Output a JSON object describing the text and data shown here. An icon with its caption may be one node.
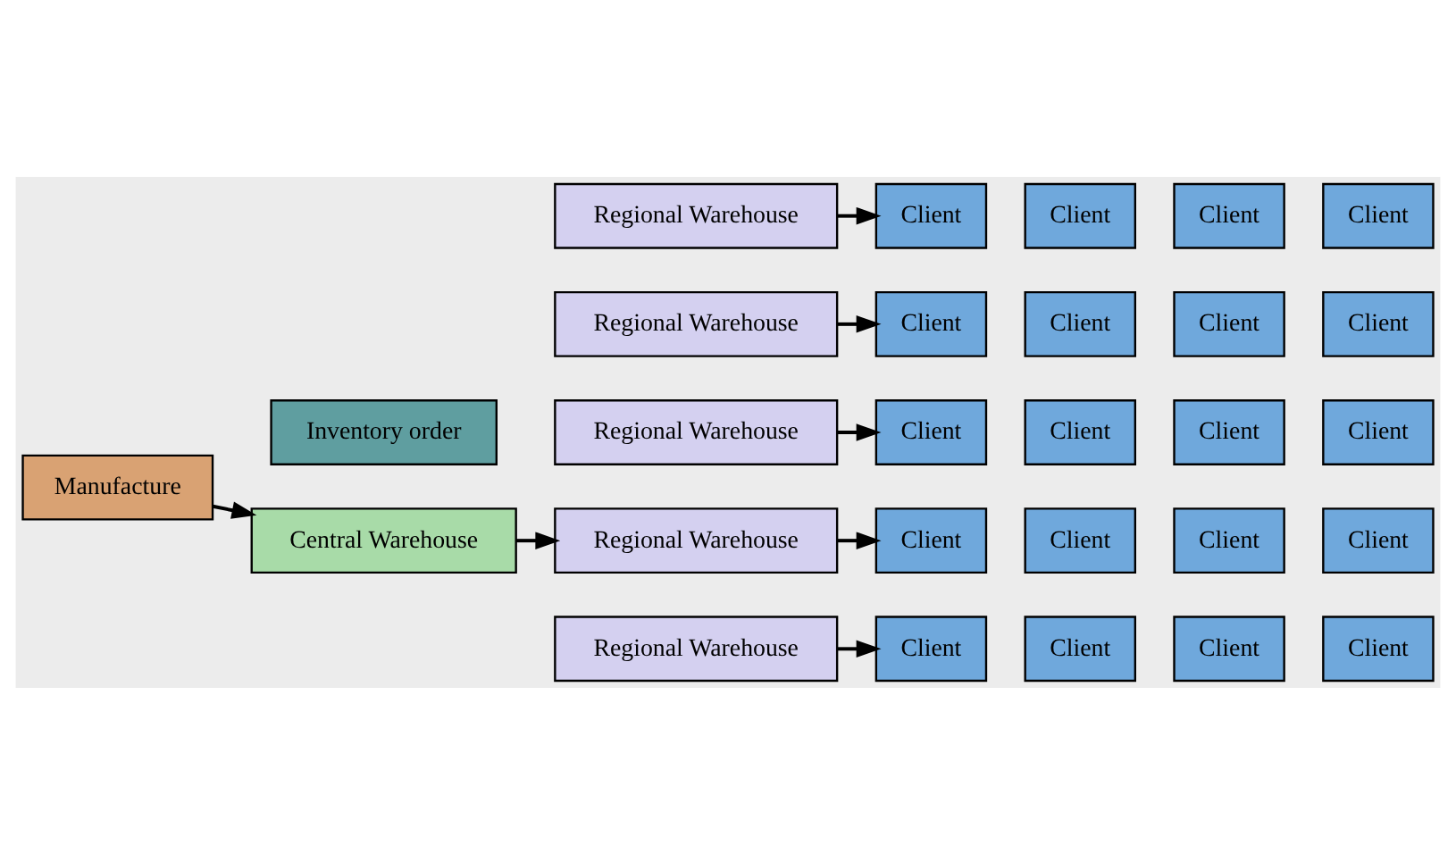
{
  "diagram": {
    "nodes": [
      {
        "text": [
          "Regional Warehouse"
        ]
      },
      {
        "text": [
          "Client"
        ]
      },
      {
        "text": [
          "Client"
        ]
      },
      {
        "text": [
          "Client"
        ]
      },
      {
        "text": [
          "Client"
        ]
      },
      {
        "text": [
          "Inventory order"
        ]
      },
      {
        "text": [
          "Regional Warehouse"
        ]
      },
      {
        "text": [
          "Client"
        ]
      },
      {
        "text": [
          "Client"
        ]
      },
      {
        "text": [
          "Client"
        ]
      },
      {
        "text": [
          "Client"
        ]
      },
      {
        "text": [
          "Manufacture"
        ]
      },
      {
        "text": [
          "Central Warehouse"
        ]
      },
      {
        "text": [
          "Regional Warehouse"
        ]
      },
      {
        "text": [
          "Client"
        ]
      },
      {
        "text": [
          "Client"
        ]
      },
      {
        "text": [
          "Client"
        ]
      },
      {
        "text": [
          "Client"
        ]
      },
      {
        "text": [
          "Regional Warehouse"
        ]
      },
      {
        "text": [
          "Client"
        ]
      },
      {
        "text": [
          "Client"
        ]
      },
      {
        "text": [
          "Client"
        ]
      },
      {
        "text": [
          "Client"
        ]
      },
      {
        "text": [
          "Regional Warehouse"
        ]
      },
      {
        "text": [
          "Client"
        ]
      },
      {
        "text": [
          "Client"
        ]
      },
      {
        "text": [
          "Client"
        ]
      },
      {
        "text": [
          "Client"
        ]
      }
    ],
    "edges": [
      {
        "from": 11,
        "to": 12,
        "arrow": "to"
      },
      {
        "from": 12,
        "to": 13,
        "arrow": "to"
      },
      {
        "from": 0,
        "to": 1,
        "arrow": "to"
      },
      {
        "from": 6,
        "to": 7,
        "arrow": "to"
      },
      {
        "from": 13,
        "to": 14,
        "arrow": "to"
      },
      {
        "from": 18,
        "to": 19,
        "arrow": "to"
      },
      {
        "from": 23,
        "to": 24,
        "arrow": "to"
      }
    ]
  }
}
